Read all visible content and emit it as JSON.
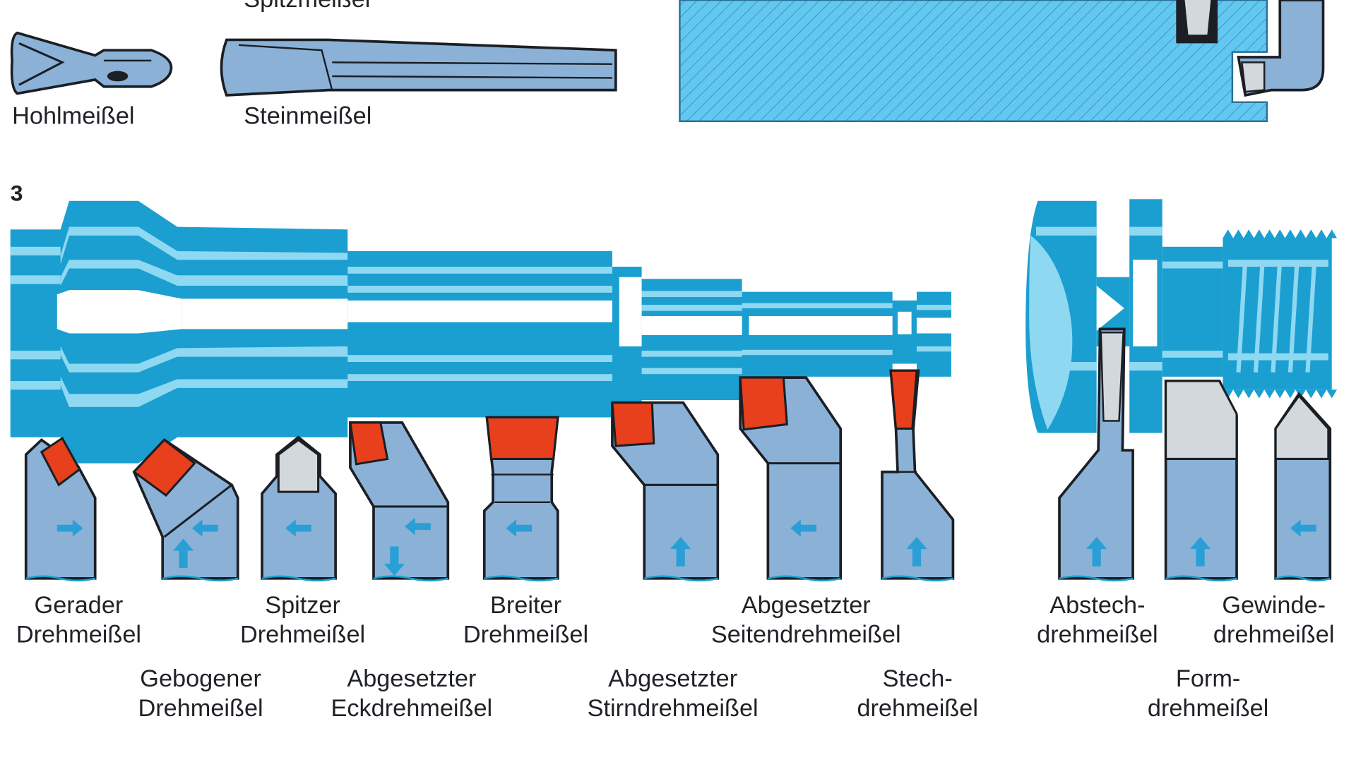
{
  "figure_number": "3",
  "top_chisels": {
    "cut_label": "Spitzmeißel",
    "hohlmeissel": "Hohlmeißel",
    "steinmeissel": "Steinmeißel"
  },
  "tools": [
    {
      "line1": "Gerader",
      "line2": "Drehmeißel"
    },
    {
      "line1": "Gebogener",
      "line2": "Drehmeißel"
    },
    {
      "line1": "Spitzer",
      "line2": "Drehmeißel"
    },
    {
      "line1": "Abgesetzter",
      "line2": "Eckdrehmeißel"
    },
    {
      "line1": "Breiter",
      "line2": "Drehmeißel"
    },
    {
      "line1": "Abgesetzter",
      "line2": "Stirndrehmeißel"
    },
    {
      "line1": "Abgesetzter",
      "line2": "Seitendrehmeißel"
    },
    {
      "line1": "Stech-",
      "line2": "drehmeißel"
    },
    {
      "line1": "Abstech-",
      "line2": "drehmeißel"
    },
    {
      "line1": "Form-",
      "line2": "drehmeißel"
    },
    {
      "line1": "Gewinde-",
      "line2": "drehmeißel"
    }
  ],
  "colors": {
    "shaft": "#1b9fd0",
    "shaft_light": "#8fd8f2",
    "tool_body": "#8bb2d6",
    "cutting_edge": "#e8401c",
    "carbide_tip": "#d3d8dc",
    "arrow": "#2a9fd6",
    "outline": "#1b1f25",
    "workpiece_hatch": "#5ec7ee"
  }
}
